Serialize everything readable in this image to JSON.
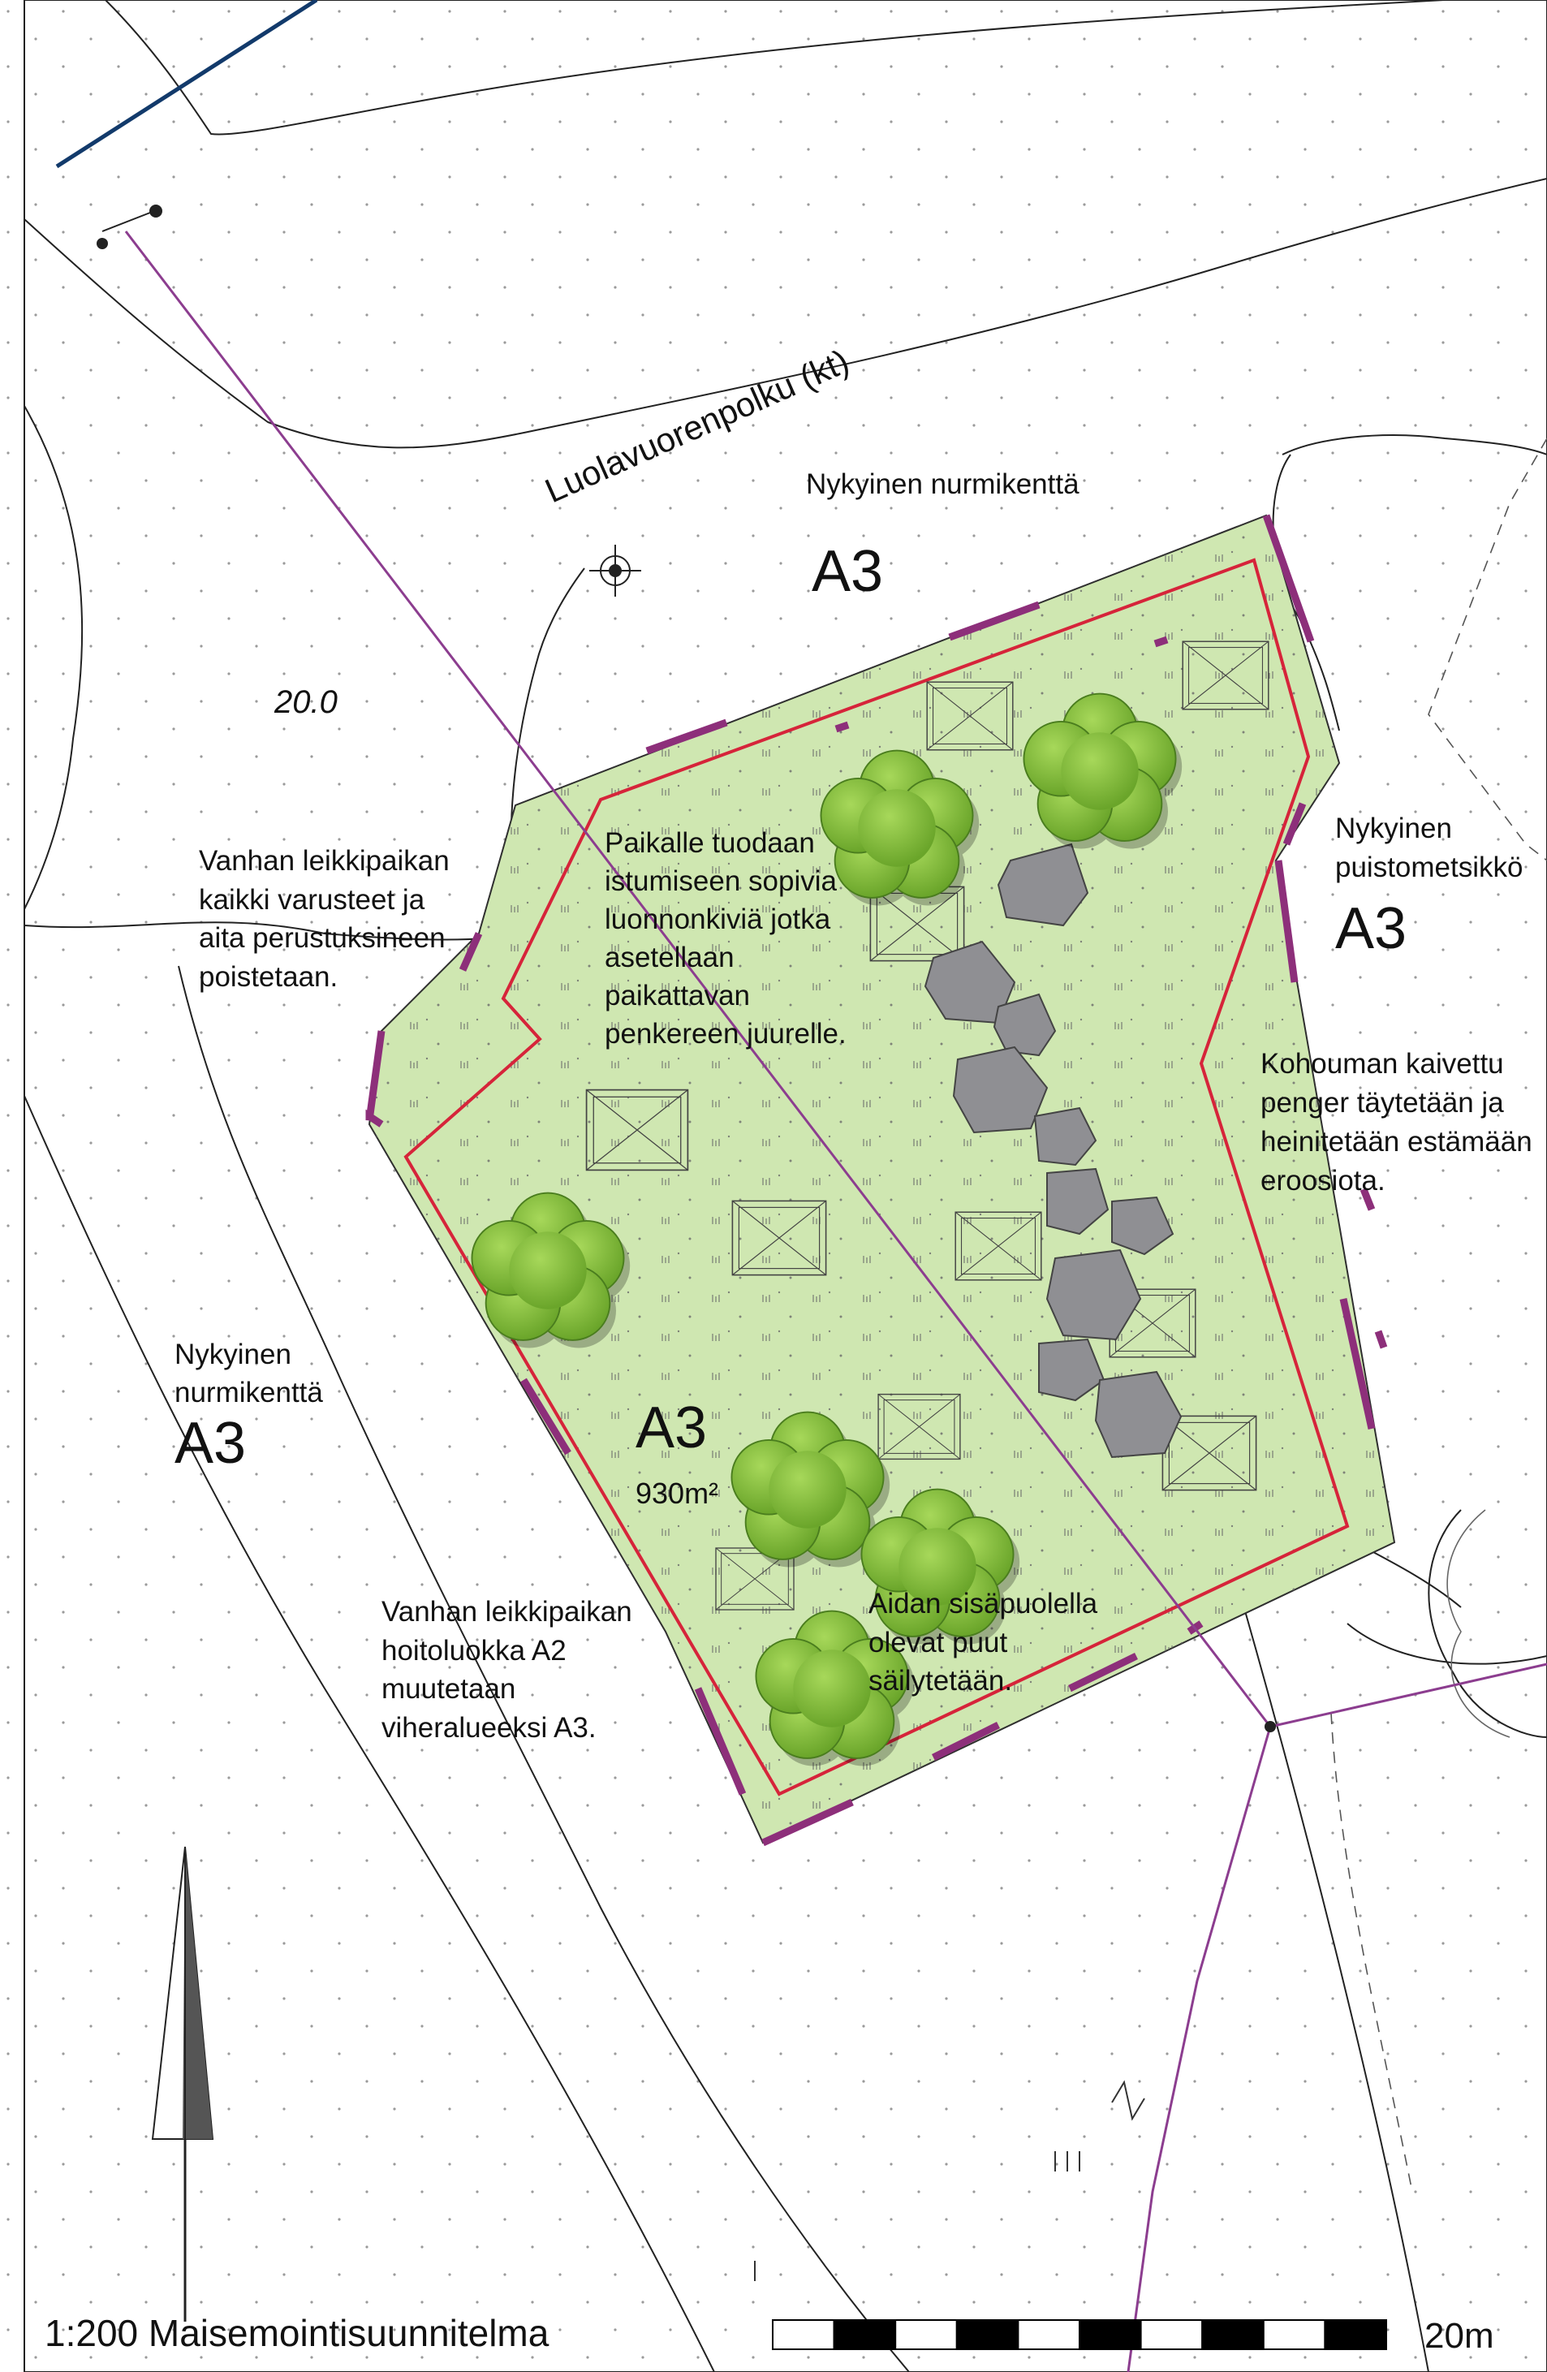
{
  "road": {
    "name": "Luolavuorenpolku (kt)"
  },
  "elevation": "20.0",
  "zones": {
    "top_lawn": {
      "caption": "Nykyinen nurmikenttä",
      "code": "A3"
    },
    "right_forest": {
      "caption_line1": "Nykyinen",
      "caption_line2": "puistometsikkö",
      "code": "A3"
    },
    "left_lawn": {
      "caption_line1": "Nykyinen",
      "caption_line2": "nurmikenttä",
      "code": "A3"
    },
    "site": {
      "code": "A3",
      "area": "930m²"
    }
  },
  "notes": {
    "equipment_removed": [
      "Vanhan leikkipaikan",
      "kaikki varusteet ja",
      "aita perustuksineen",
      "poistetaan."
    ],
    "stones": [
      "Paikalle tuodaan",
      "istumiseen sopivia",
      "luonnonkiviä jotka",
      "asetellaan",
      "paikattavan",
      "penkereen juurelle."
    ],
    "embankment": [
      "Kohouman kaivettu",
      "penger täytetään ja",
      "heinitetään estämään",
      "eroosiota."
    ],
    "maintenance_class": [
      "Vanhan leikkipaikan",
      "hoitoluokka A2",
      "muutetaan",
      "viheralueeksi A3."
    ],
    "trees_kept": [
      "Aidan sisäpuolella",
      "olevat puut",
      "säilytetään."
    ]
  },
  "title": "1:200 Maisemointisuunnitelma",
  "scale_bar": {
    "label": "20m",
    "segments": 10
  },
  "colors": {
    "site_fill": "#cfe7b1",
    "boundary_red": "#d6243a",
    "fence_purple": "#8d2f7a",
    "pipe_magenta": "#8c3d8f",
    "tree_green": "#86c13a",
    "stone_gray": "#8f8f93",
    "water_line": "#123a6b"
  }
}
